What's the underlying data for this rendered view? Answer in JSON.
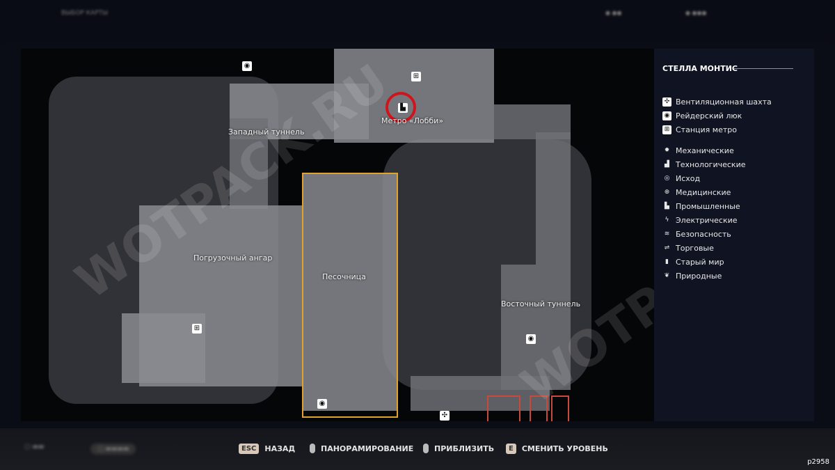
{
  "map_name": "СТЕЛЛА МОНТИС",
  "locations": {
    "west_tunnel": "Западный туннель",
    "metro_lobby": "Метро «Лобби»",
    "loading_hangar": "Погрузочный ангар",
    "sandbox": "Песочница",
    "east_tunnel": "Восточный туннель"
  },
  "watermark": "WOTPACK.RU",
  "legend": {
    "points": [
      {
        "icon": "fan-icon",
        "label": "Вентиляционная шахта"
      },
      {
        "icon": "hatch-icon",
        "label": "Рейдерский люк"
      },
      {
        "icon": "metro-icon",
        "label": "Станция метро"
      }
    ],
    "zones": [
      {
        "icon": "gear-icon",
        "label": "Механические"
      },
      {
        "icon": "tech-icon",
        "label": "Технологические"
      },
      {
        "icon": "exodus-icon",
        "label": "Исход"
      },
      {
        "icon": "medical-icon",
        "label": "Медицинские"
      },
      {
        "icon": "factory-icon",
        "label": "Промышленные"
      },
      {
        "icon": "lightning-icon",
        "label": "Электрические"
      },
      {
        "icon": "shield-icon",
        "label": "Безопасность"
      },
      {
        "icon": "trade-icon",
        "label": "Торговые"
      },
      {
        "icon": "book-icon",
        "label": "Старый мир"
      },
      {
        "icon": "leaf-icon",
        "label": "Природные"
      }
    ]
  },
  "controls": [
    {
      "key": "ESC",
      "label": "НАЗАД"
    },
    {
      "key": "mouse",
      "label": "ПАНОРАМИРОВАНИЕ"
    },
    {
      "key": "wheel",
      "label": "ПРИБЛИЗИТЬ"
    },
    {
      "key": "E",
      "label": "СМЕНИТЬ УРОВЕНЬ"
    }
  ],
  "image_code": "p2958"
}
